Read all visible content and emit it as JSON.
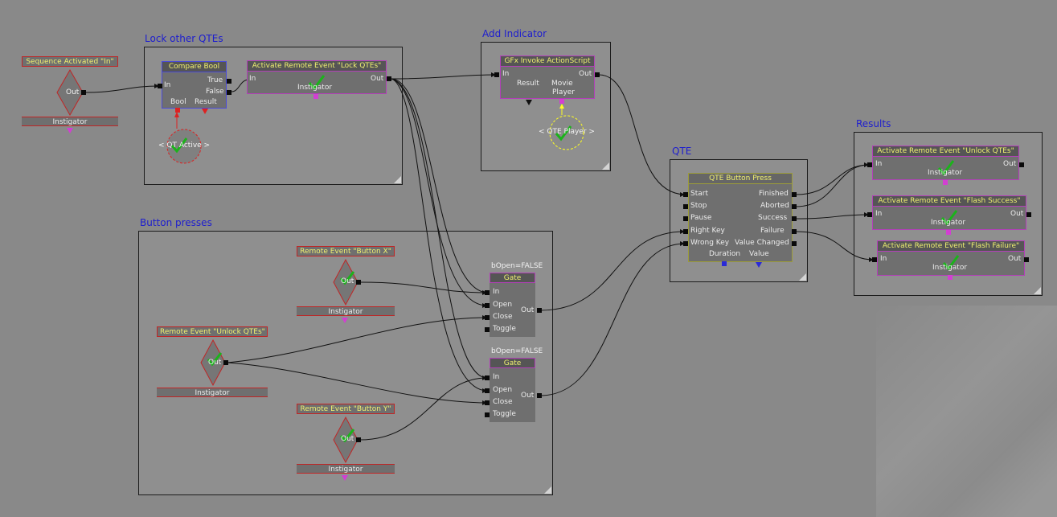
{
  "frames": {
    "lock": "Lock other QTEs",
    "indicator": "Add Indicator",
    "buttons": "Button presses",
    "qte": "QTE",
    "results": "Results"
  },
  "seq_activated": {
    "title": "Sequence Activated \"In\"",
    "out": "Out",
    "instigator": "Instigator"
  },
  "compare_bool": {
    "title": "Compare Bool",
    "in": "In",
    "true": "True",
    "false": "False",
    "bool": "Bool",
    "result": "Result"
  },
  "qt_active": "< QT Active >",
  "lock_qtes": {
    "title": "Activate Remote Event \"Lock QTEs\"",
    "in": "In",
    "out": "Out",
    "instigator": "Instigator"
  },
  "gfx": {
    "title": "GFx Invoke ActionScript",
    "in": "In",
    "out": "Out",
    "result": "Result",
    "movie": "Movie",
    "player": "Player"
  },
  "qte_player": "< QTE Player >",
  "button_x": {
    "title": "Remote Event \"Button X\"",
    "out": "Out",
    "instigator": "Instigator"
  },
  "unlock_event": {
    "title": "Remote Event \"Unlock QTEs\"",
    "out": "Out",
    "instigator": "Instigator"
  },
  "button_y": {
    "title": "Remote Event \"Button Y\"",
    "out": "Out",
    "instigator": "Instigator"
  },
  "gate1": {
    "caption": "bOpen=FALSE",
    "title": "Gate",
    "in": "In",
    "open": "Open",
    "close": "Close",
    "toggle": "Toggle",
    "out": "Out"
  },
  "gate2": {
    "caption": "bOpen=FALSE",
    "title": "Gate",
    "in": "In",
    "open": "Open",
    "close": "Close",
    "toggle": "Toggle",
    "out": "Out"
  },
  "qte_node": {
    "title": "QTE Button Press",
    "start": "Start",
    "stop": "Stop",
    "pause": "Pause",
    "right_key": "Right Key",
    "wrong_key": "Wrong Key",
    "finished": "Finished",
    "aborted": "Aborted",
    "success": "Success",
    "failure": "Failure",
    "value_changed": "Value Changed",
    "duration": "Duration",
    "value": "Value"
  },
  "unlock_qtes": {
    "title": "Activate Remote Event \"Unlock QTEs\"",
    "in": "In",
    "out": "Out",
    "instigator": "Instigator"
  },
  "flash_success": {
    "title": "Activate Remote Event \"Flash Success\"",
    "in": "In",
    "out": "Out",
    "instigator": "Instigator"
  },
  "flash_failure": {
    "title": "Activate Remote Event \"Flash Failure\"",
    "in": "In",
    "out": "Out",
    "instigator": "Instigator"
  },
  "colors": {
    "background": "#898989",
    "frame_title": "#1d1dcf",
    "node_title": "#f0f070",
    "seq_border": "#b23fb8",
    "event_border": "#c02525",
    "check": "#1bb31b"
  }
}
